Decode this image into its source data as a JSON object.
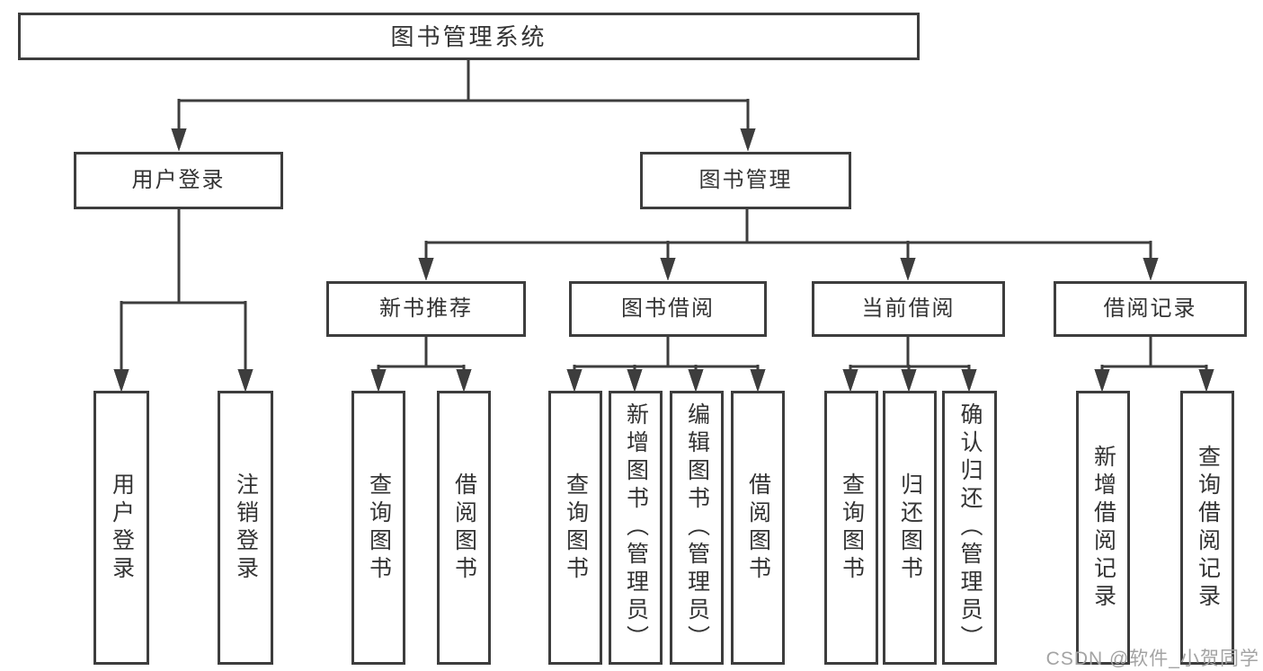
{
  "colors": {
    "line": "#3d3d3d",
    "text": "#333333",
    "background": "#ffffff",
    "watermark": "#a3a3a3"
  },
  "watermark": "CSDN @软件_小贺同学",
  "tree": {
    "root": "图书管理系统",
    "branches": [
      {
        "label": "用户登录",
        "children": [
          "用户登录",
          "注销登录"
        ]
      },
      {
        "label": "图书管理",
        "groups": [
          {
            "label": "新书推荐",
            "children": [
              "查询图书",
              "借阅图书"
            ]
          },
          {
            "label": "图书借阅",
            "children": [
              "查询图书",
              "新增图书（管理员）",
              "编辑图书（管理员）",
              "借阅图书"
            ]
          },
          {
            "label": "当前借阅",
            "children": [
              "查询图书",
              "归还图书",
              "确认归还（管理员）"
            ]
          },
          {
            "label": "借阅记录",
            "children": [
              "新增借阅记录",
              "查询借阅记录"
            ]
          }
        ]
      }
    ]
  }
}
